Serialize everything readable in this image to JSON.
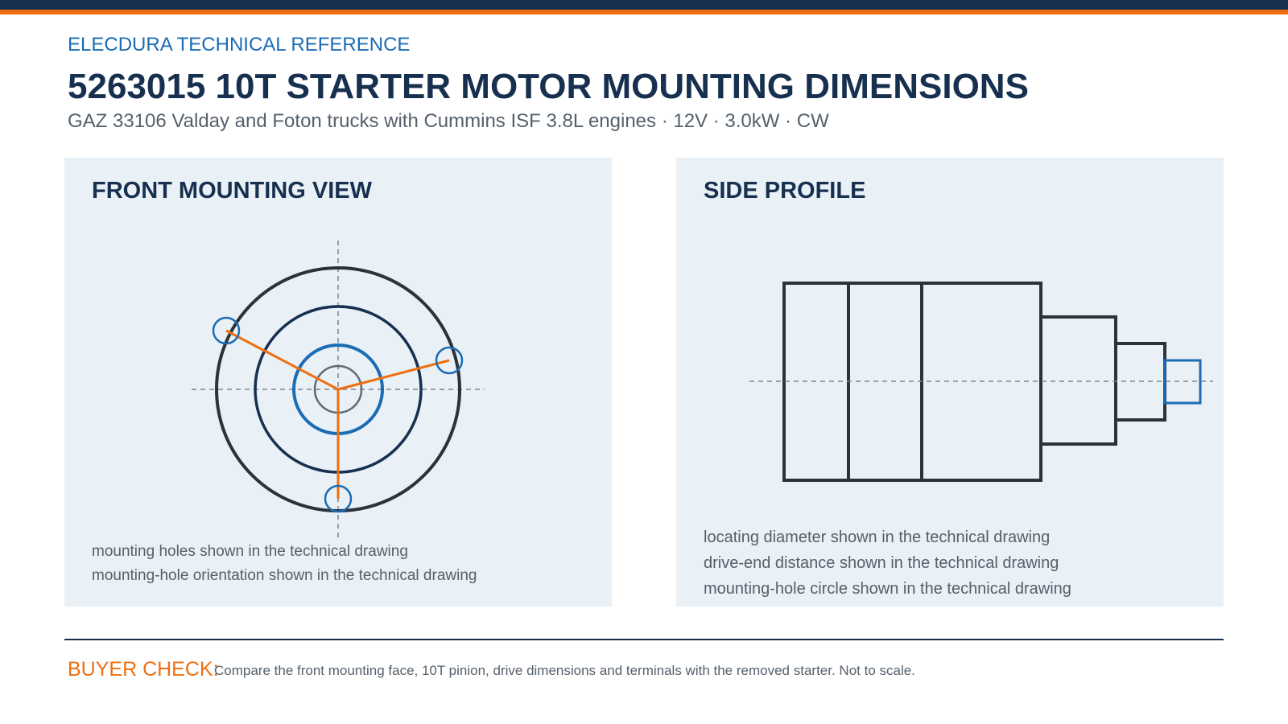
{
  "header": {
    "brand": "ELECDURA TECHNICAL REFERENCE",
    "title": "5263015 10T STARTER MOTOR MOUNTING DIMENSIONS",
    "subtitle": "GAZ 33106 Valday and Foton trucks with Cummins ISF 3.8L engines · 12V · 3.0kW · CW"
  },
  "front_view": {
    "title": "FRONT MOUNTING VIEW",
    "notes": [
      "mounting holes shown in the technical drawing",
      "mounting-hole orientation shown in the technical drawing"
    ]
  },
  "side_view": {
    "title": "SIDE PROFILE",
    "notes": [
      "locating diameter shown in the technical drawing",
      "drive-end distance shown in the technical drawing",
      "mounting-hole circle shown in the technical drawing"
    ]
  },
  "footer": {
    "buyer_label": "BUYER CHECK:",
    "buyer_text": "Compare the front mounting face, 10T pinion, drive dimensions and terminals with the removed starter. Not to scale."
  },
  "colors": {
    "navy": "#17304f",
    "accent_orange": "#ee6f12",
    "accent_blue": "#1b6cb5",
    "panel_bg": "#e9f0f6",
    "text_gray": "#55606b"
  }
}
